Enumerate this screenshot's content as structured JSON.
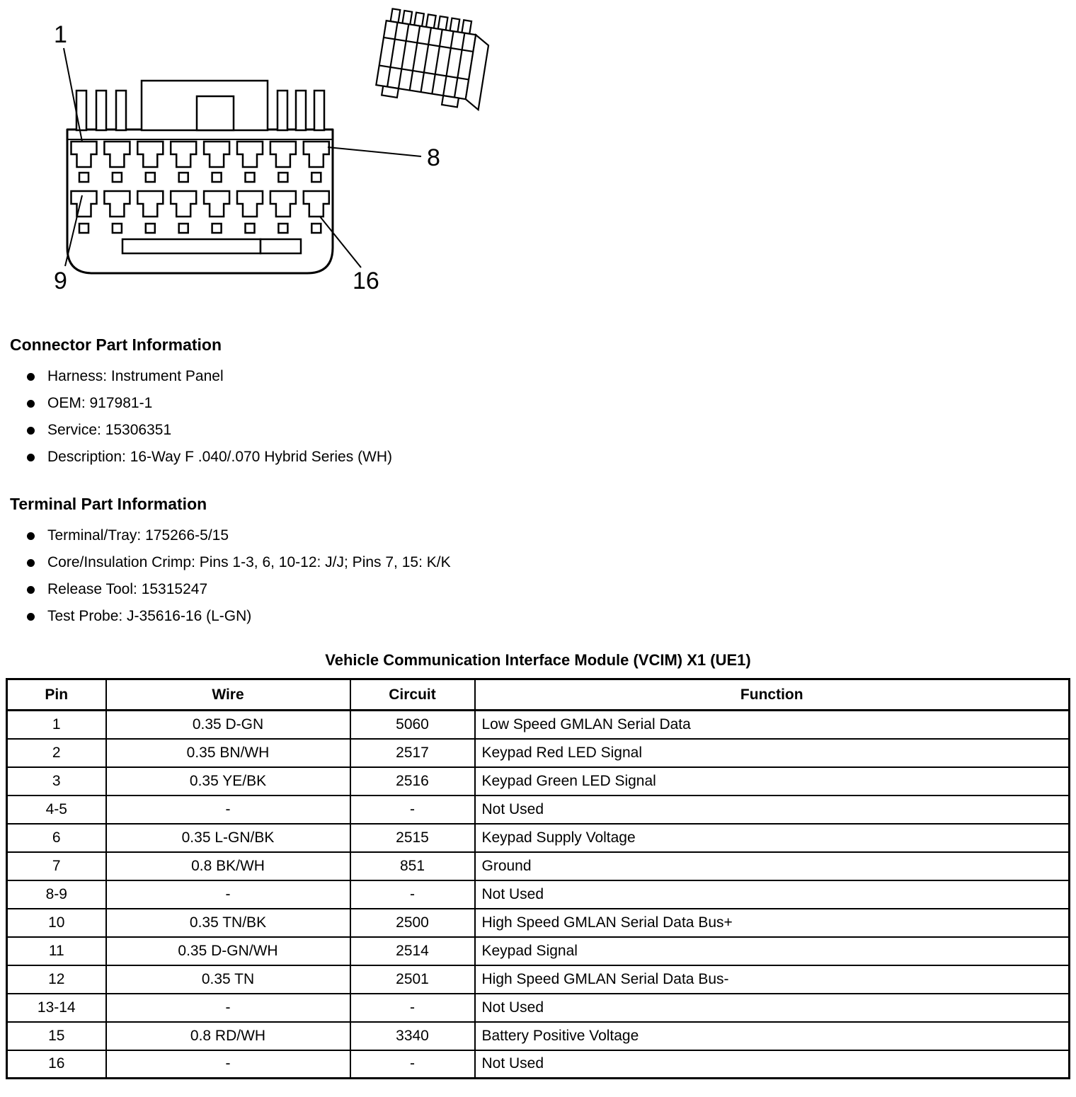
{
  "diagram": {
    "callouts": {
      "pin1": "1",
      "pin8": "8",
      "pin9": "9",
      "pin16": "16"
    }
  },
  "connector_info": {
    "heading": "Connector Part Information",
    "items": [
      "Harness: Instrument Panel",
      "OEM: 917981-1",
      "Service: 15306351",
      "Description: 16-Way F .040/.070 Hybrid Series (WH)"
    ]
  },
  "terminal_info": {
    "heading": "Terminal Part Information",
    "items": [
      "Terminal/Tray: 175266-5/15",
      "Core/Insulation Crimp: Pins 1-3, 6, 10-12: J/J; Pins 7, 15: K/K",
      "Release Tool: 15315247",
      "Test Probe: J-35616-16 (L-GN)"
    ]
  },
  "pin_table": {
    "title": "Vehicle Communication Interface Module (VCIM) X1 (UE1)",
    "columns": [
      "Pin",
      "Wire",
      "Circuit",
      "Function"
    ],
    "rows": [
      {
        "pin": "1",
        "wire": "0.35 D-GN",
        "circuit": "5060",
        "function": "Low Speed GMLAN Serial Data"
      },
      {
        "pin": "2",
        "wire": "0.35 BN/WH",
        "circuit": "2517",
        "function": "Keypad Red LED Signal"
      },
      {
        "pin": "3",
        "wire": "0.35 YE/BK",
        "circuit": "2516",
        "function": "Keypad Green LED Signal"
      },
      {
        "pin": "4-5",
        "wire": "-",
        "circuit": "-",
        "function": "Not Used"
      },
      {
        "pin": "6",
        "wire": "0.35 L-GN/BK",
        "circuit": "2515",
        "function": "Keypad Supply Voltage"
      },
      {
        "pin": "7",
        "wire": "0.8 BK/WH",
        "circuit": "851",
        "function": "Ground"
      },
      {
        "pin": "8-9",
        "wire": "-",
        "circuit": "-",
        "function": "Not Used"
      },
      {
        "pin": "10",
        "wire": "0.35 TN/BK",
        "circuit": "2500",
        "function": "High Speed GMLAN Serial Data Bus+"
      },
      {
        "pin": "11",
        "wire": "0.35 D-GN/WH",
        "circuit": "2514",
        "function": "Keypad Signal"
      },
      {
        "pin": "12",
        "wire": "0.35 TN",
        "circuit": "2501",
        "function": "High Speed GMLAN Serial Data Bus-"
      },
      {
        "pin": "13-14",
        "wire": "-",
        "circuit": "-",
        "function": "Not Used"
      },
      {
        "pin": "15",
        "wire": "0.8 RD/WH",
        "circuit": "3340",
        "function": "Battery Positive Voltage"
      },
      {
        "pin": "16",
        "wire": "-",
        "circuit": "-",
        "function": "Not Used"
      }
    ]
  }
}
